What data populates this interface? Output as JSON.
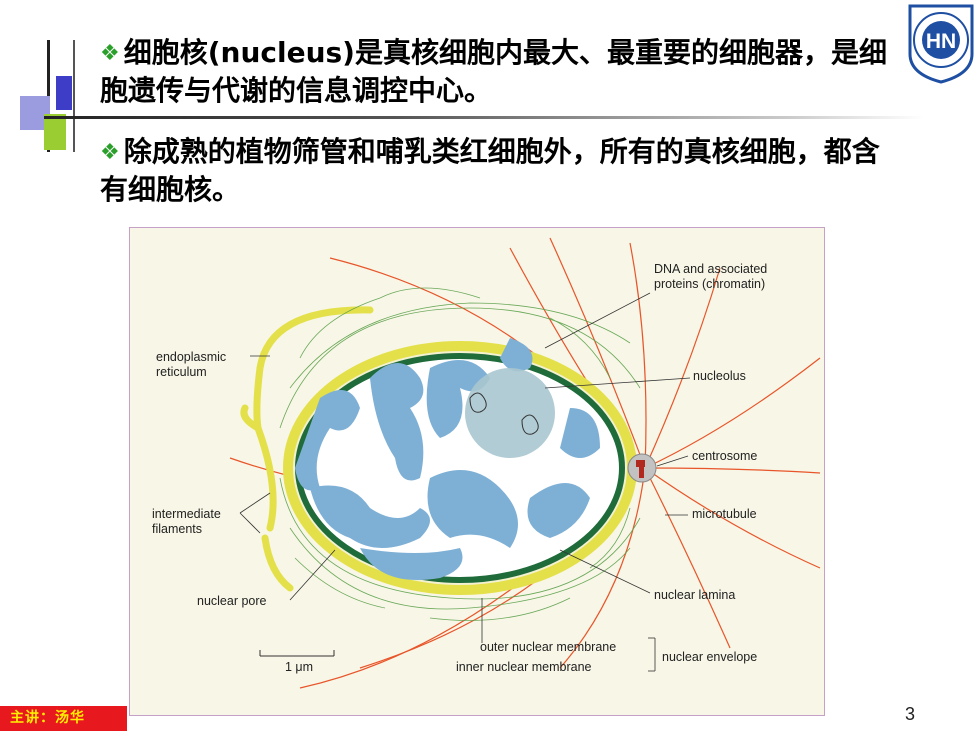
{
  "slide": {
    "bullets": [
      {
        "mark": "❖",
        "text": "细胞核(nucleus)是真核细胞内最大、最重要的细胞器，是细胞遗传与代谢的信息调控中心。"
      },
      {
        "mark": "❖",
        "text": "除成熟的植物筛管和哺乳类红细胞外，所有的真核细胞，都含有细胞核。"
      }
    ],
    "lecturer": "主讲：汤华",
    "page_number": "3",
    "logo_text": "HN"
  },
  "figure": {
    "labels": {
      "chromatin": "DNA and associated\nproteins (chromatin)",
      "er": "endoplasmic\nreticulum",
      "nucleolus": "nucleolus",
      "centrosome": "centrosome",
      "filaments": "intermediate\nfilaments",
      "microtubule": "microtubule",
      "pore": "nuclear pore",
      "lamina": "nuclear lamina",
      "outer": "outer nuclear membrane",
      "inner": "inner nuclear membrane",
      "envelope": "nuclear envelope",
      "scale": "1 μm"
    }
  },
  "colors": {
    "accent_green": "#2aa02a",
    "lecturer_bg": "#e8191e",
    "lecturer_text": "#ffee00",
    "membrane_yellow": "#e3e04a",
    "lamina_green": "#1f6b3a",
    "chromatin_blue": "#7eb0d6"
  }
}
